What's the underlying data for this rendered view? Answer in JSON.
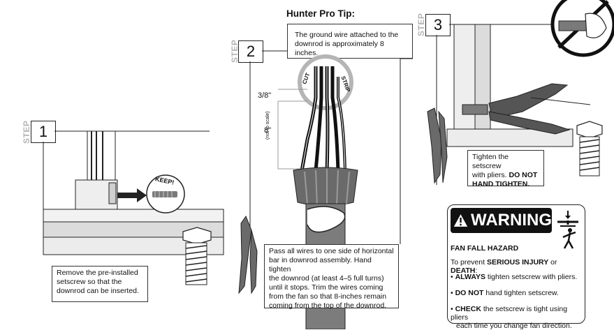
{
  "step_label": "STEP",
  "steps": [
    {
      "number": "1",
      "instruction": "Remove the pre-installed setscrew so that the downrod can be inserted.",
      "lines": [
        "Remove the pre-installed",
        "setscrew so that the",
        "downrod can be inserted."
      ],
      "tag": "KEEP!"
    },
    {
      "number": "2",
      "instruction_lines": [
        "Pass all wires to one side of horizontal",
        "bar in downrod assembly. Hand tighten",
        "the downrod (at least 4–5 full turns)",
        "until it stops. Trim the wires coming",
        "from the fan so that 8-inches remain",
        "coming from the top of the downrod."
      ],
      "labels": {
        "cut": "CUT",
        "strip": "STRIP",
        "three_eighths": "3/8\"",
        "eight": "8\"",
        "not_to_scale": "(not to scale)"
      }
    },
    {
      "number": "3",
      "instruction_lines": [
        "Tighten the setscrew",
        "with pliers. ",
        "DO NOT",
        "HAND TIGHTEN."
      ]
    }
  ],
  "tip": {
    "title": "Hunter Pro Tip:",
    "lines": [
      "The ground wire attached to the",
      "downrod is approximately 8 inches."
    ]
  },
  "warning": {
    "header": "WARNING",
    "hazard": "FAN FALL HAZARD",
    "prevent_prefix": "To prevent ",
    "prevent_bold": "SERIOUS INJURY",
    "prevent_mid": " or ",
    "prevent_bold2": "DEATH",
    "prevent_suffix": ":",
    "bullets": [
      {
        "bold": "ALWAYS",
        "text": " tighten setscrew with pliers."
      },
      {
        "bold": "DO NOT",
        "text": " hand tighten setscrew."
      },
      {
        "bold": "CHECK",
        "text": " the setscrew is tight using pliers",
        "text2": "each time you change fan direction."
      }
    ]
  },
  "colors": {
    "line": "#222222",
    "gray_fill": "#cfcfcf",
    "dark_gray": "#6a6a6a",
    "step_word": "#b5b5b5"
  }
}
